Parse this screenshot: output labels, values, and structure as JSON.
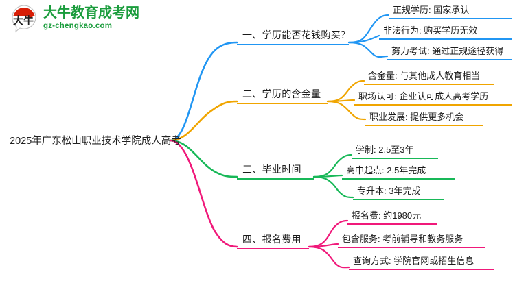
{
  "logo": {
    "name": "大牛教育成考网",
    "domain": "gz-chengkao.com",
    "mark_text": "大牛",
    "brand_color": "#1a9c3c",
    "mark_accent_color": "#d81e06"
  },
  "mindmap": {
    "root": {
      "label": "2025年广东松山职业技术学院成人高考"
    },
    "branches": [
      {
        "label": "一、学历能否花钱购买？",
        "color": "#2196f3",
        "leaves": [
          {
            "label": "正规学历: 国家承认"
          },
          {
            "label": "非法行为: 购买学历无效"
          },
          {
            "label": "努力考试: 通过正规途径获得"
          }
        ]
      },
      {
        "label": "二、学历的含金量",
        "color": "#f0a500",
        "leaves": [
          {
            "label": "含金量: 与其他成人教育相当"
          },
          {
            "label": "职场认可: 企业认可成人高考学历"
          },
          {
            "label": "职业发展: 提供更多机会"
          }
        ]
      },
      {
        "label": "三、毕业时间",
        "color": "#18b858",
        "leaves": [
          {
            "label": "学制: 2.5至3年"
          },
          {
            "label": "高中起点: 2.5年完成"
          },
          {
            "label": "专升本: 3年完成"
          }
        ]
      },
      {
        "label": "四、报名费用",
        "color": "#f0197a",
        "leaves": [
          {
            "label": "报名费: 约1980元"
          },
          {
            "label": "包含服务: 考前辅导和教务服务"
          },
          {
            "label": "查询方式: 学院官网或招生信息"
          }
        ]
      }
    ]
  }
}
